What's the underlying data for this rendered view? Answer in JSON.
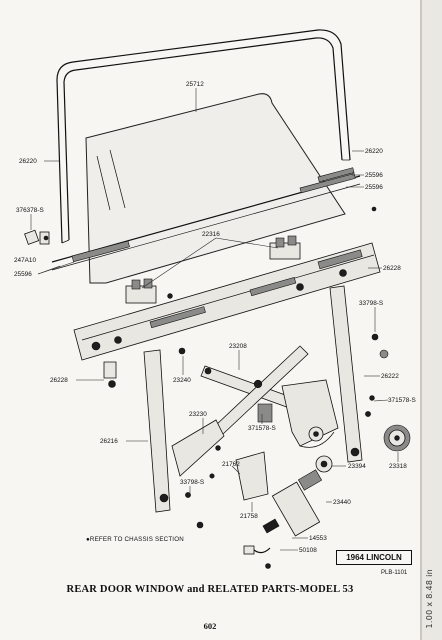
{
  "diagram": {
    "callouts": [
      {
        "id": "c-25712",
        "text": "25712"
      },
      {
        "id": "c-26220-left",
        "text": "26220"
      },
      {
        "id": "c-26220-right",
        "text": "26220"
      },
      {
        "id": "c-25596-a",
        "text": "25596"
      },
      {
        "id": "c-25596-b",
        "text": "25596"
      },
      {
        "id": "c-376378",
        "text": "376378-S"
      },
      {
        "id": "c-247A10",
        "text": "247A10"
      },
      {
        "id": "c-25596-left",
        "text": "25596"
      },
      {
        "id": "c-22316",
        "text": "22316"
      },
      {
        "id": "c-26228-right",
        "text": "26228"
      },
      {
        "id": "c-33798-top",
        "text": "33798-S"
      },
      {
        "id": "c-23208",
        "text": "23208"
      },
      {
        "id": "c-26228-left",
        "text": "26228"
      },
      {
        "id": "c-23240",
        "text": "23240"
      },
      {
        "id": "c-26222",
        "text": "26222"
      },
      {
        "id": "c-371578-top",
        "text": "371578-S"
      },
      {
        "id": "c-23230",
        "text": "23230"
      },
      {
        "id": "c-371578-mid",
        "text": "371578-S"
      },
      {
        "id": "c-26216",
        "text": "26216"
      },
      {
        "id": "c-21762",
        "text": "21762"
      },
      {
        "id": "c-23394",
        "text": "23394"
      },
      {
        "id": "c-33798-bottom",
        "text": "33798-S"
      },
      {
        "id": "c-23318",
        "text": "23318"
      },
      {
        "id": "c-21758",
        "text": "21758"
      },
      {
        "id": "c-23440",
        "text": "23440"
      },
      {
        "id": "c-14553",
        "text": "14553"
      },
      {
        "id": "c-50108",
        "text": "50108"
      }
    ],
    "refer_note": "●REFER TO CHASSIS SECTION",
    "model_box": "1964 LINCOLN",
    "plate_id": "PLB-1101",
    "caption": "REAR DOOR WINDOW and RELATED PARTS-MODEL 53",
    "page_number": "602"
  },
  "scan_strip": {
    "label": "1.00 x 8.48 in"
  }
}
